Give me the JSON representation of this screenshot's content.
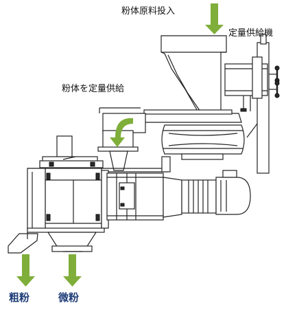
{
  "labels": {
    "raw_material_input": "粉体原料投入",
    "constant_feeder": "定量供給機",
    "constant_supply": "粉体を定量供給",
    "coarse_powder": "粗粉",
    "fine_powder": "微粉"
  },
  "colors": {
    "arrow_green": "#7fae3a",
    "output_text_blue": "#1f3d78",
    "line": "#222222"
  },
  "icons": {
    "input_arrow": "arrow-down",
    "feed_arrow": "curved-arrow-down",
    "coarse_output_arrow": "arrow-down",
    "fine_output_arrow": "arrow-down"
  }
}
